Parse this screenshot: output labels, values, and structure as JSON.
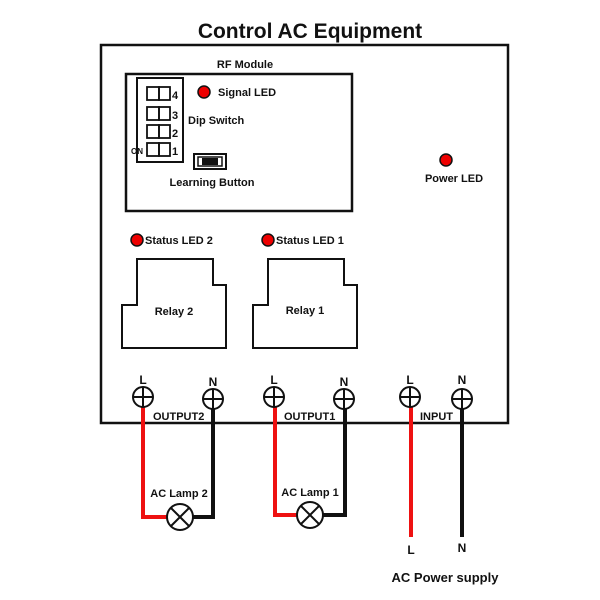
{
  "title": "Control AC Equipment",
  "rf_module": {
    "label": "RF Module",
    "signal_led": "Signal LED",
    "dip_switch": {
      "label": "Dip Switch",
      "on_label": "ON",
      "switches": [
        "4",
        "3",
        "2",
        "1"
      ]
    },
    "learning_button": "Learning Button"
  },
  "power_led": "Power LED",
  "relays": [
    {
      "name": "Relay 2",
      "status_led": "Status LED 2"
    },
    {
      "name": "Relay 1",
      "status_led": "Status LED 1"
    }
  ],
  "terminals": {
    "groups": [
      {
        "label": "OUTPUT2",
        "l": "L",
        "n": "N"
      },
      {
        "label": "OUTPUT1",
        "l": "L",
        "n": "N"
      },
      {
        "label": "INPUT",
        "l": "L",
        "n": "N"
      }
    ]
  },
  "lamps": [
    {
      "label": "AC Lamp 2"
    },
    {
      "label": "AC Lamp 1"
    }
  ],
  "power_supply": {
    "label": "AC Power supply",
    "l": "L",
    "n": "N"
  },
  "colors": {
    "live_wire": "#ee1111",
    "neutral_wire": "#111111",
    "led": "#ee0000"
  }
}
